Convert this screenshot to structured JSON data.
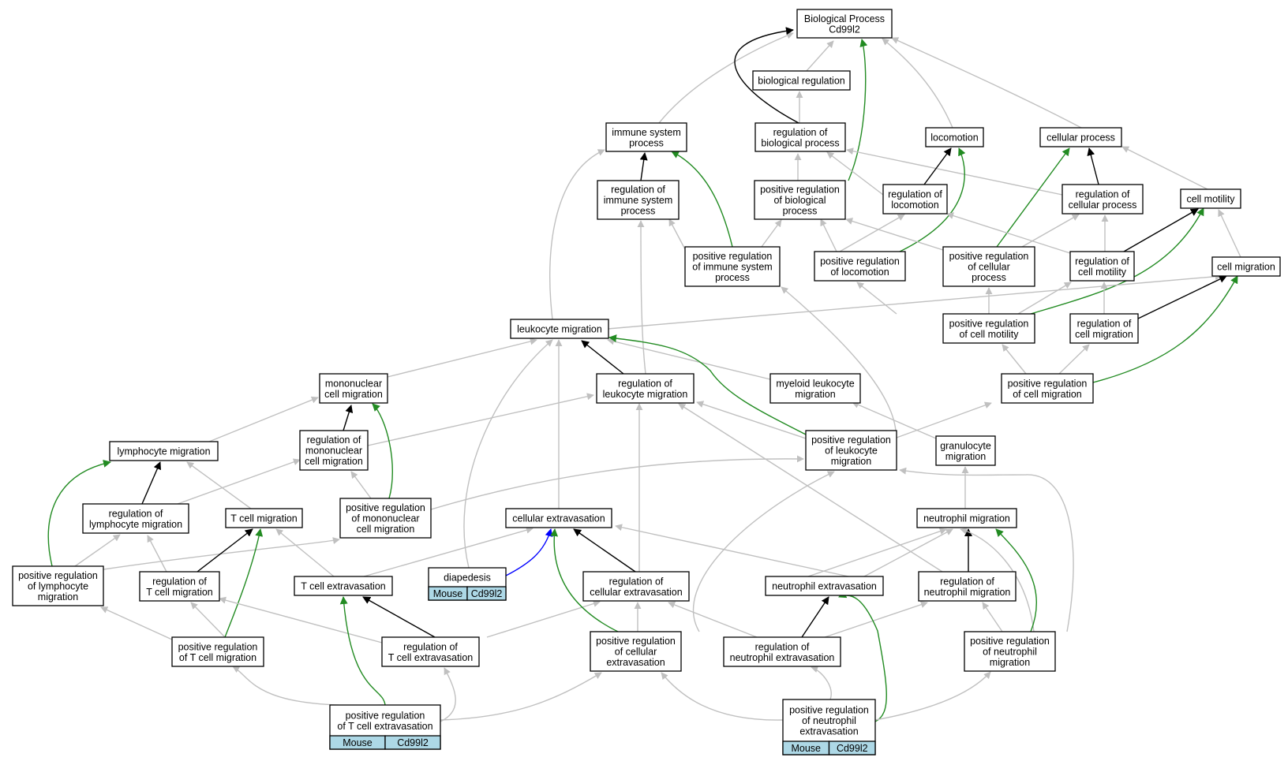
{
  "colors": {
    "is_a": "#c0c0c0",
    "part_of": "#000000",
    "positively_regulates": "#228b22",
    "regulates_direct": "#0000ff",
    "annotation_cell": "#add8e6"
  },
  "nodes": {
    "bp": [
      "Biological Process",
      "Cd99l2"
    ],
    "bioreg": [
      "biological regulation"
    ],
    "immune": [
      "immune system",
      "process"
    ],
    "regbio": [
      "regulation of",
      "biological process"
    ],
    "locomotion": [
      "locomotion"
    ],
    "cellproc": [
      "cellular process"
    ],
    "regimmune": [
      "regulation of",
      "immune system",
      "process"
    ],
    "posregbio": [
      "positive regulation",
      "of biological",
      "process"
    ],
    "regloco": [
      "regulation of",
      "locomotion"
    ],
    "regcellproc": [
      "regulation of",
      "cellular process"
    ],
    "cellmotility": [
      "cell motility"
    ],
    "posregimmune": [
      "positive regulation",
      "of immune system",
      "process"
    ],
    "posregloco": [
      "positive regulation",
      "of locomotion"
    ],
    "posregcellproc": [
      "positive regulation",
      "of cellular",
      "process"
    ],
    "regcellmotility": [
      "regulation of",
      "cell motility"
    ],
    "cellmigration": [
      "cell migration"
    ],
    "leukomig": [
      "leukocyte migration"
    ],
    "posregcellmotility": [
      "positive regulation",
      "of cell motility"
    ],
    "regcellmig": [
      "regulation of",
      "cell migration"
    ],
    "mononuclear": [
      "mononuclear",
      "cell migration"
    ],
    "regleuko": [
      "regulation of",
      "leukocyte migration"
    ],
    "myeloid": [
      "myeloid leukocyte",
      "migration"
    ],
    "posregcellmig": [
      "positive regulation",
      "of cell migration"
    ],
    "lymphomig": [
      "lymphocyte migration"
    ],
    "regmono": [
      "regulation of",
      "mononuclear",
      "cell migration"
    ],
    "posregleuko": [
      "positive regulation",
      "of leukocyte",
      "migration"
    ],
    "granulocyte": [
      "granulocyte",
      "migration"
    ],
    "reglympho": [
      "regulation of",
      "lymphocyte migration"
    ],
    "tcellmig": [
      "T cell migration"
    ],
    "posregmono": [
      "positive regulation",
      "of mononuclear",
      "cell migration"
    ],
    "cellextrav": [
      "cellular extravasation"
    ],
    "neutromig": [
      "neutrophil migration"
    ],
    "posreglympho": [
      "positive regulation",
      "of lymphocyte",
      "migration"
    ],
    "regtcellmig": [
      "regulation of",
      "T cell migration"
    ],
    "tcellextrav": [
      "T cell extravasation"
    ],
    "diapedesis": [
      "diapedesis"
    ],
    "regcellextrav": [
      "regulation of",
      "cellular extravasation"
    ],
    "neutroextrav": [
      "neutrophil extravasation"
    ],
    "regneutromig": [
      "regulation of",
      "neutrophil migration"
    ],
    "posregtcellmig": [
      "positive regulation",
      "of T cell migration"
    ],
    "regtcellextrav": [
      "regulation of",
      "T cell extravasation"
    ],
    "posregcellextrav": [
      "positive regulation",
      "of cellular",
      "extravasation"
    ],
    "regneutroextrav": [
      "regulation of",
      "neutrophil extravasation"
    ],
    "posregneutromig": [
      "positive regulation",
      "of neutrophil",
      "migration"
    ],
    "posregtcellextrav": [
      "positive regulation",
      "of T cell extravasation"
    ],
    "posregneutroextrav": [
      "positive regulation",
      "of neutrophil",
      "extravasation"
    ]
  },
  "annotations": {
    "diapedesis": [
      "Mouse",
      "Cd99l2"
    ],
    "posregtcellextrav": [
      "Mouse",
      "Cd99l2"
    ],
    "posregneutroextrav": [
      "Mouse",
      "Cd99l2"
    ]
  }
}
